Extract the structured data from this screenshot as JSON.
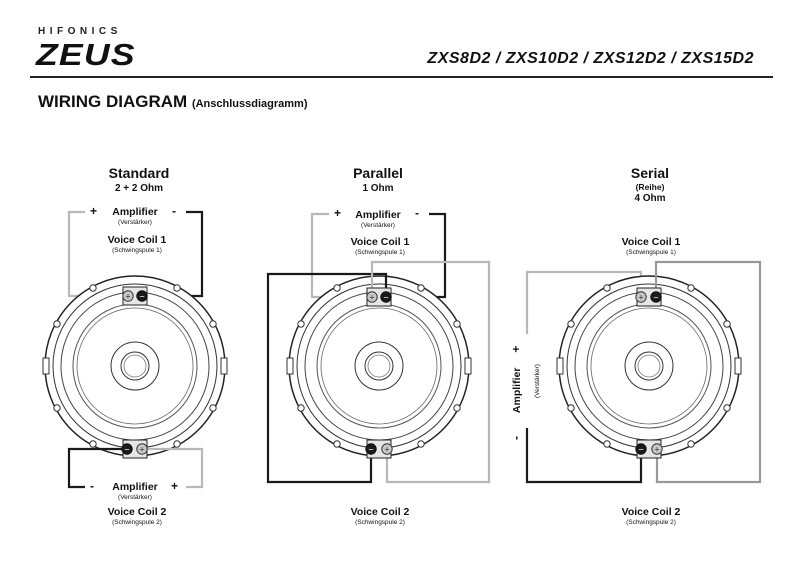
{
  "header": {
    "brand_top": "HIFONICS",
    "brand_main": "ZEUS",
    "models": "ZXS8D2 / ZXS10D2 / ZXS12D2 / ZXS15D2"
  },
  "heading": {
    "title": "WIRING DIAGRAM",
    "subtitle": "(Anschlussdiagramm)"
  },
  "standard": {
    "title": "Standard",
    "ohm": "2 + 2 Ohm",
    "amp_label": "Amplifier",
    "amp_sub": "(Verstärker)",
    "vc1": "Voice Coil 1",
    "vc1_sub": "(Schwingspule 1)",
    "vc2": "Voice Coil 2",
    "vc2_sub": "(Schwingspule 2)",
    "plus": "+",
    "minus": "-"
  },
  "parallel": {
    "title": "Parallel",
    "ohm": "1 Ohm",
    "amp_label": "Amplifier",
    "amp_sub": "(Verstärker)",
    "vc1": "Voice Coil 1",
    "vc1_sub": "(Schwingspule 1)",
    "vc2": "Voice Coil 2",
    "vc2_sub": "(Schwingspule 2)",
    "plus": "+",
    "minus": "-"
  },
  "serial": {
    "title": "Serial",
    "reihe": "(Reihe)",
    "ohm": "4 Ohm",
    "amp_label": "Amplifier",
    "amp_sub": "(Verstärker)",
    "vc1": "Voice Coil 1",
    "vc1_sub": "(Schwingspule 1)",
    "vc2": "Voice Coil 2",
    "vc2_sub": "(Schwingspule 2)",
    "plus": "+",
    "minus": "-"
  },
  "colors": {
    "wire_positive": "#b8b8b8",
    "wire_negative": "#1a1a1a",
    "line": "#222222"
  }
}
